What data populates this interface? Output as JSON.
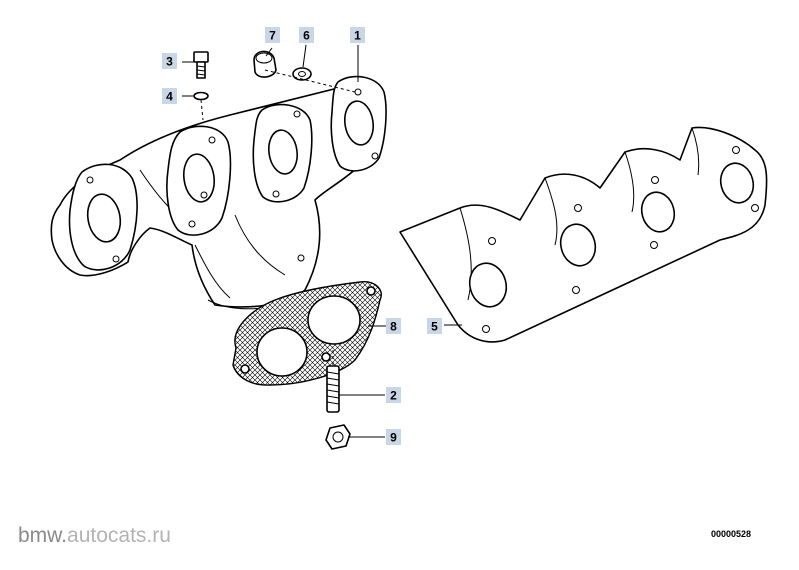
{
  "callouts": [
    {
      "id": "1",
      "label": "1"
    },
    {
      "id": "2",
      "label": "2"
    },
    {
      "id": "3",
      "label": "3"
    },
    {
      "id": "4",
      "label": "4"
    },
    {
      "id": "5",
      "label": "5"
    },
    {
      "id": "6",
      "label": "6"
    },
    {
      "id": "7",
      "label": "7"
    },
    {
      "id": "8",
      "label": "8"
    },
    {
      "id": "9",
      "label": "9"
    }
  ],
  "watermark": {
    "main": "bmw.",
    "rest": "autocats.ru"
  },
  "drawing_number": "00000528",
  "colors": {
    "callout_fill": "#c9d6e6",
    "line": "#000000",
    "watermark": "#8a8a8a"
  }
}
